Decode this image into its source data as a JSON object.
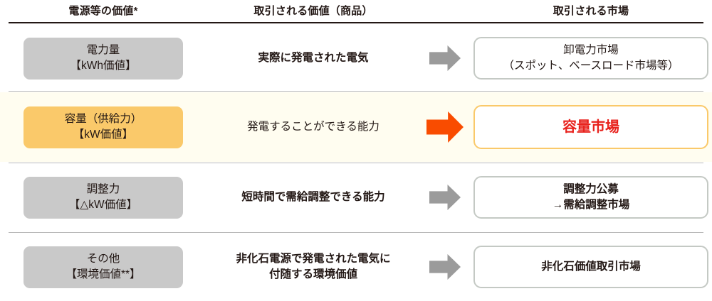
{
  "header": {
    "col_value": "電源等の価値*",
    "col_product": "取引される価値（商品）",
    "col_market": "取引される市場"
  },
  "colors": {
    "chip_default": "#c9c9c9",
    "chip_highlight": "#fac96a",
    "arrow_default": "#9b9b9b",
    "arrow_accent": "#f94c00",
    "accent_text": "#e8211c",
    "row_highlight_bg": "#fffdf0",
    "market_border": "#c4c9c4",
    "market_border_accent": "#fac96a",
    "rule": "#231815"
  },
  "rows": [
    {
      "value_line1": "電力量",
      "value_line2": "【kWh価値】",
      "product_line1": "実際に発電された電気",
      "product_line2": "",
      "arrow": "arrow-right-icon",
      "market_line1": "卸電力市場",
      "market_line2": "（スポット、ベースロード市場等）",
      "highlighted": false
    },
    {
      "value_line1": "容量（供給力）",
      "value_line2": "【kW価値】",
      "product_line1": "発電することができる能力",
      "product_line2": "",
      "arrow": "arrow-right-icon",
      "market_line1": "容量市場",
      "market_line2": "",
      "highlighted": true
    },
    {
      "value_line1": "調整力",
      "value_line2": "【△kW価値】",
      "product_line1": "短時間で需給調整できる能力",
      "product_line2": "",
      "arrow": "arrow-right-icon",
      "market_line1": "調整力公募",
      "market_line2": "→需給調整市場",
      "highlighted": false
    },
    {
      "value_line1": "その他",
      "value_line2": "【環境価値**】",
      "product_line1": "非化石電源で発電された電気に",
      "product_line2": "付随する環境価値",
      "arrow": "arrow-right-icon",
      "market_line1": "非化石価値取引市場",
      "market_line2": "",
      "highlighted": false
    }
  ]
}
